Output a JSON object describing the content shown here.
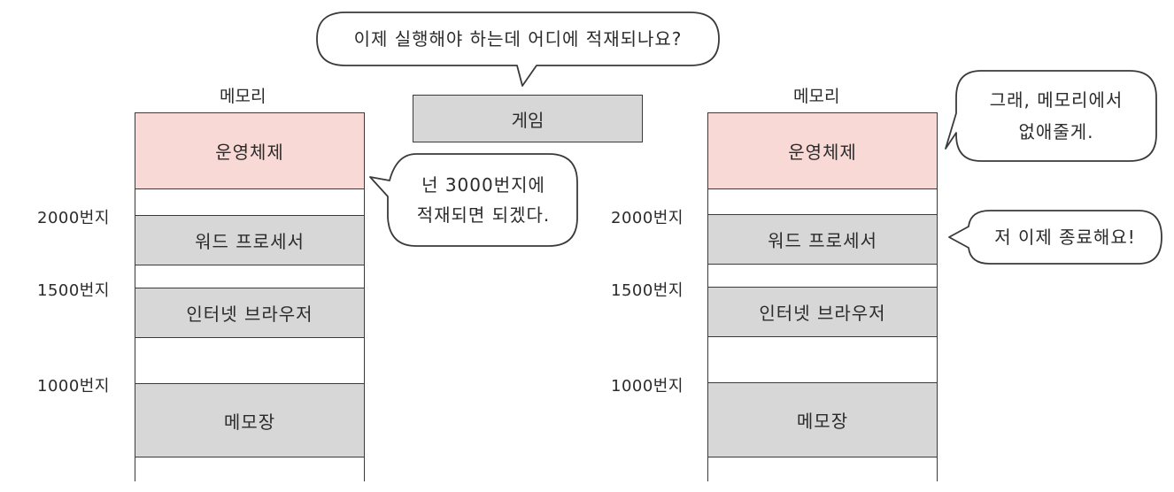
{
  "top_bubble": "이제 실행해야 하는데 어디에 적재되나요?",
  "game_label": "게임",
  "left": {
    "title": "메모리",
    "blocks": {
      "os": "운영체제",
      "word": "워드 프로세서",
      "browser": "인터넷 브라우저",
      "notepad": "메모장"
    },
    "addresses": {
      "a2000": "2000번지",
      "a1500": "1500번지",
      "a1000": "1000번지"
    },
    "bubble": {
      "line1": "넌 3000번지에",
      "line2": "적재되면 되겠다."
    }
  },
  "right": {
    "title": "메모리",
    "blocks": {
      "os": "운영체제",
      "word": "워드 프로세서",
      "browser": "인터넷 브라우저",
      "notepad": "메모장"
    },
    "addresses": {
      "a2000": "2000번지",
      "a1500": "1500번지",
      "a1000": "1000번지"
    },
    "bubble_top": {
      "line1": "그래, 메모리에서",
      "line2": "없애줄게."
    },
    "bubble_bottom": "저 이제 종료해요!"
  }
}
